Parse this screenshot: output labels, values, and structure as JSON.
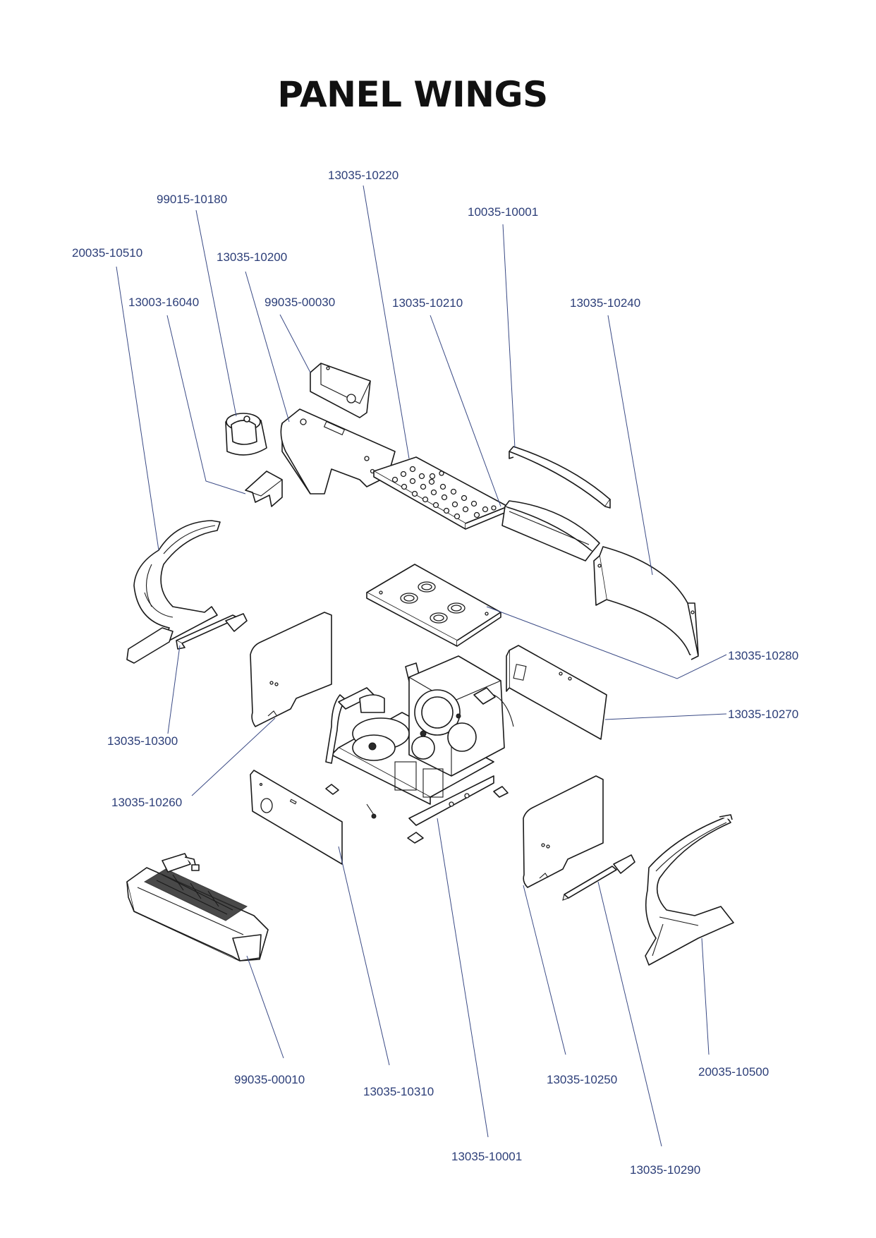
{
  "title": "PANEL WINGS",
  "parts": [
    {
      "id": "part-13035-10220",
      "label": "13035-10220"
    },
    {
      "id": "part-99015-10180",
      "label": "99015-10180"
    },
    {
      "id": "part-10035-10001",
      "label": "10035-10001"
    },
    {
      "id": "part-20035-10510",
      "label": "20035-10510"
    },
    {
      "id": "part-13035-10200",
      "label": "13035-10200"
    },
    {
      "id": "part-13003-16040",
      "label": "13003-16040"
    },
    {
      "id": "part-99035-00030",
      "label": "99035-00030"
    },
    {
      "id": "part-13035-10210",
      "label": "13035-10210"
    },
    {
      "id": "part-13035-10240",
      "label": "13035-10240"
    },
    {
      "id": "part-13035-10280",
      "label": "13035-10280"
    },
    {
      "id": "part-13035-10270",
      "label": "13035-10270"
    },
    {
      "id": "part-13035-10300",
      "label": "13035-10300"
    },
    {
      "id": "part-13035-10260",
      "label": "13035-10260"
    },
    {
      "id": "part-99035-00010",
      "label": "99035-00010"
    },
    {
      "id": "part-13035-10310",
      "label": "13035-10310"
    },
    {
      "id": "part-13035-10250",
      "label": "13035-10250"
    },
    {
      "id": "part-20035-10500",
      "label": "20035-10500"
    },
    {
      "id": "part-13035-10001",
      "label": "13035-10001"
    },
    {
      "id": "part-13035-10290",
      "label": "13035-10290"
    }
  ],
  "colors": {
    "label": "#2c3e78",
    "leader": "#3a4a85",
    "outline": "#1a1a1a"
  }
}
